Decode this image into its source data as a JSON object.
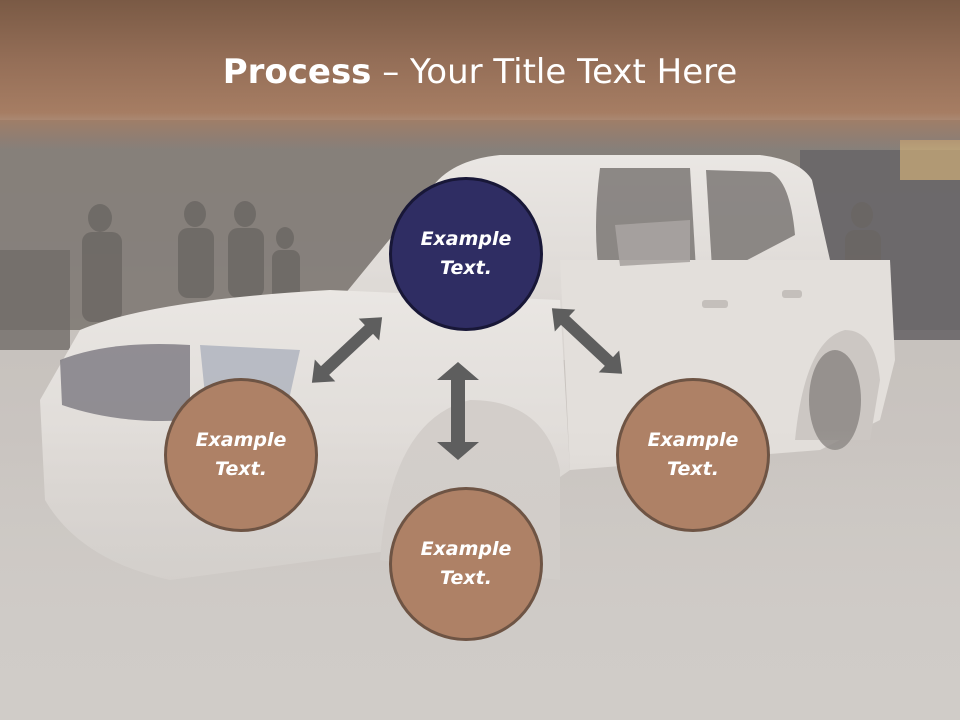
{
  "title": {
    "bold": "Process",
    "rest": " – Your Title Text Here"
  },
  "colors": {
    "header": "#946e57",
    "node_brown": "#ae8166",
    "node_navy": "#2f2d63",
    "arrow": "#5e5e5e"
  },
  "nodes": {
    "center": "Example Text.",
    "left": "Example Text.",
    "right": "Example Text.",
    "bottom": "Example Text."
  }
}
